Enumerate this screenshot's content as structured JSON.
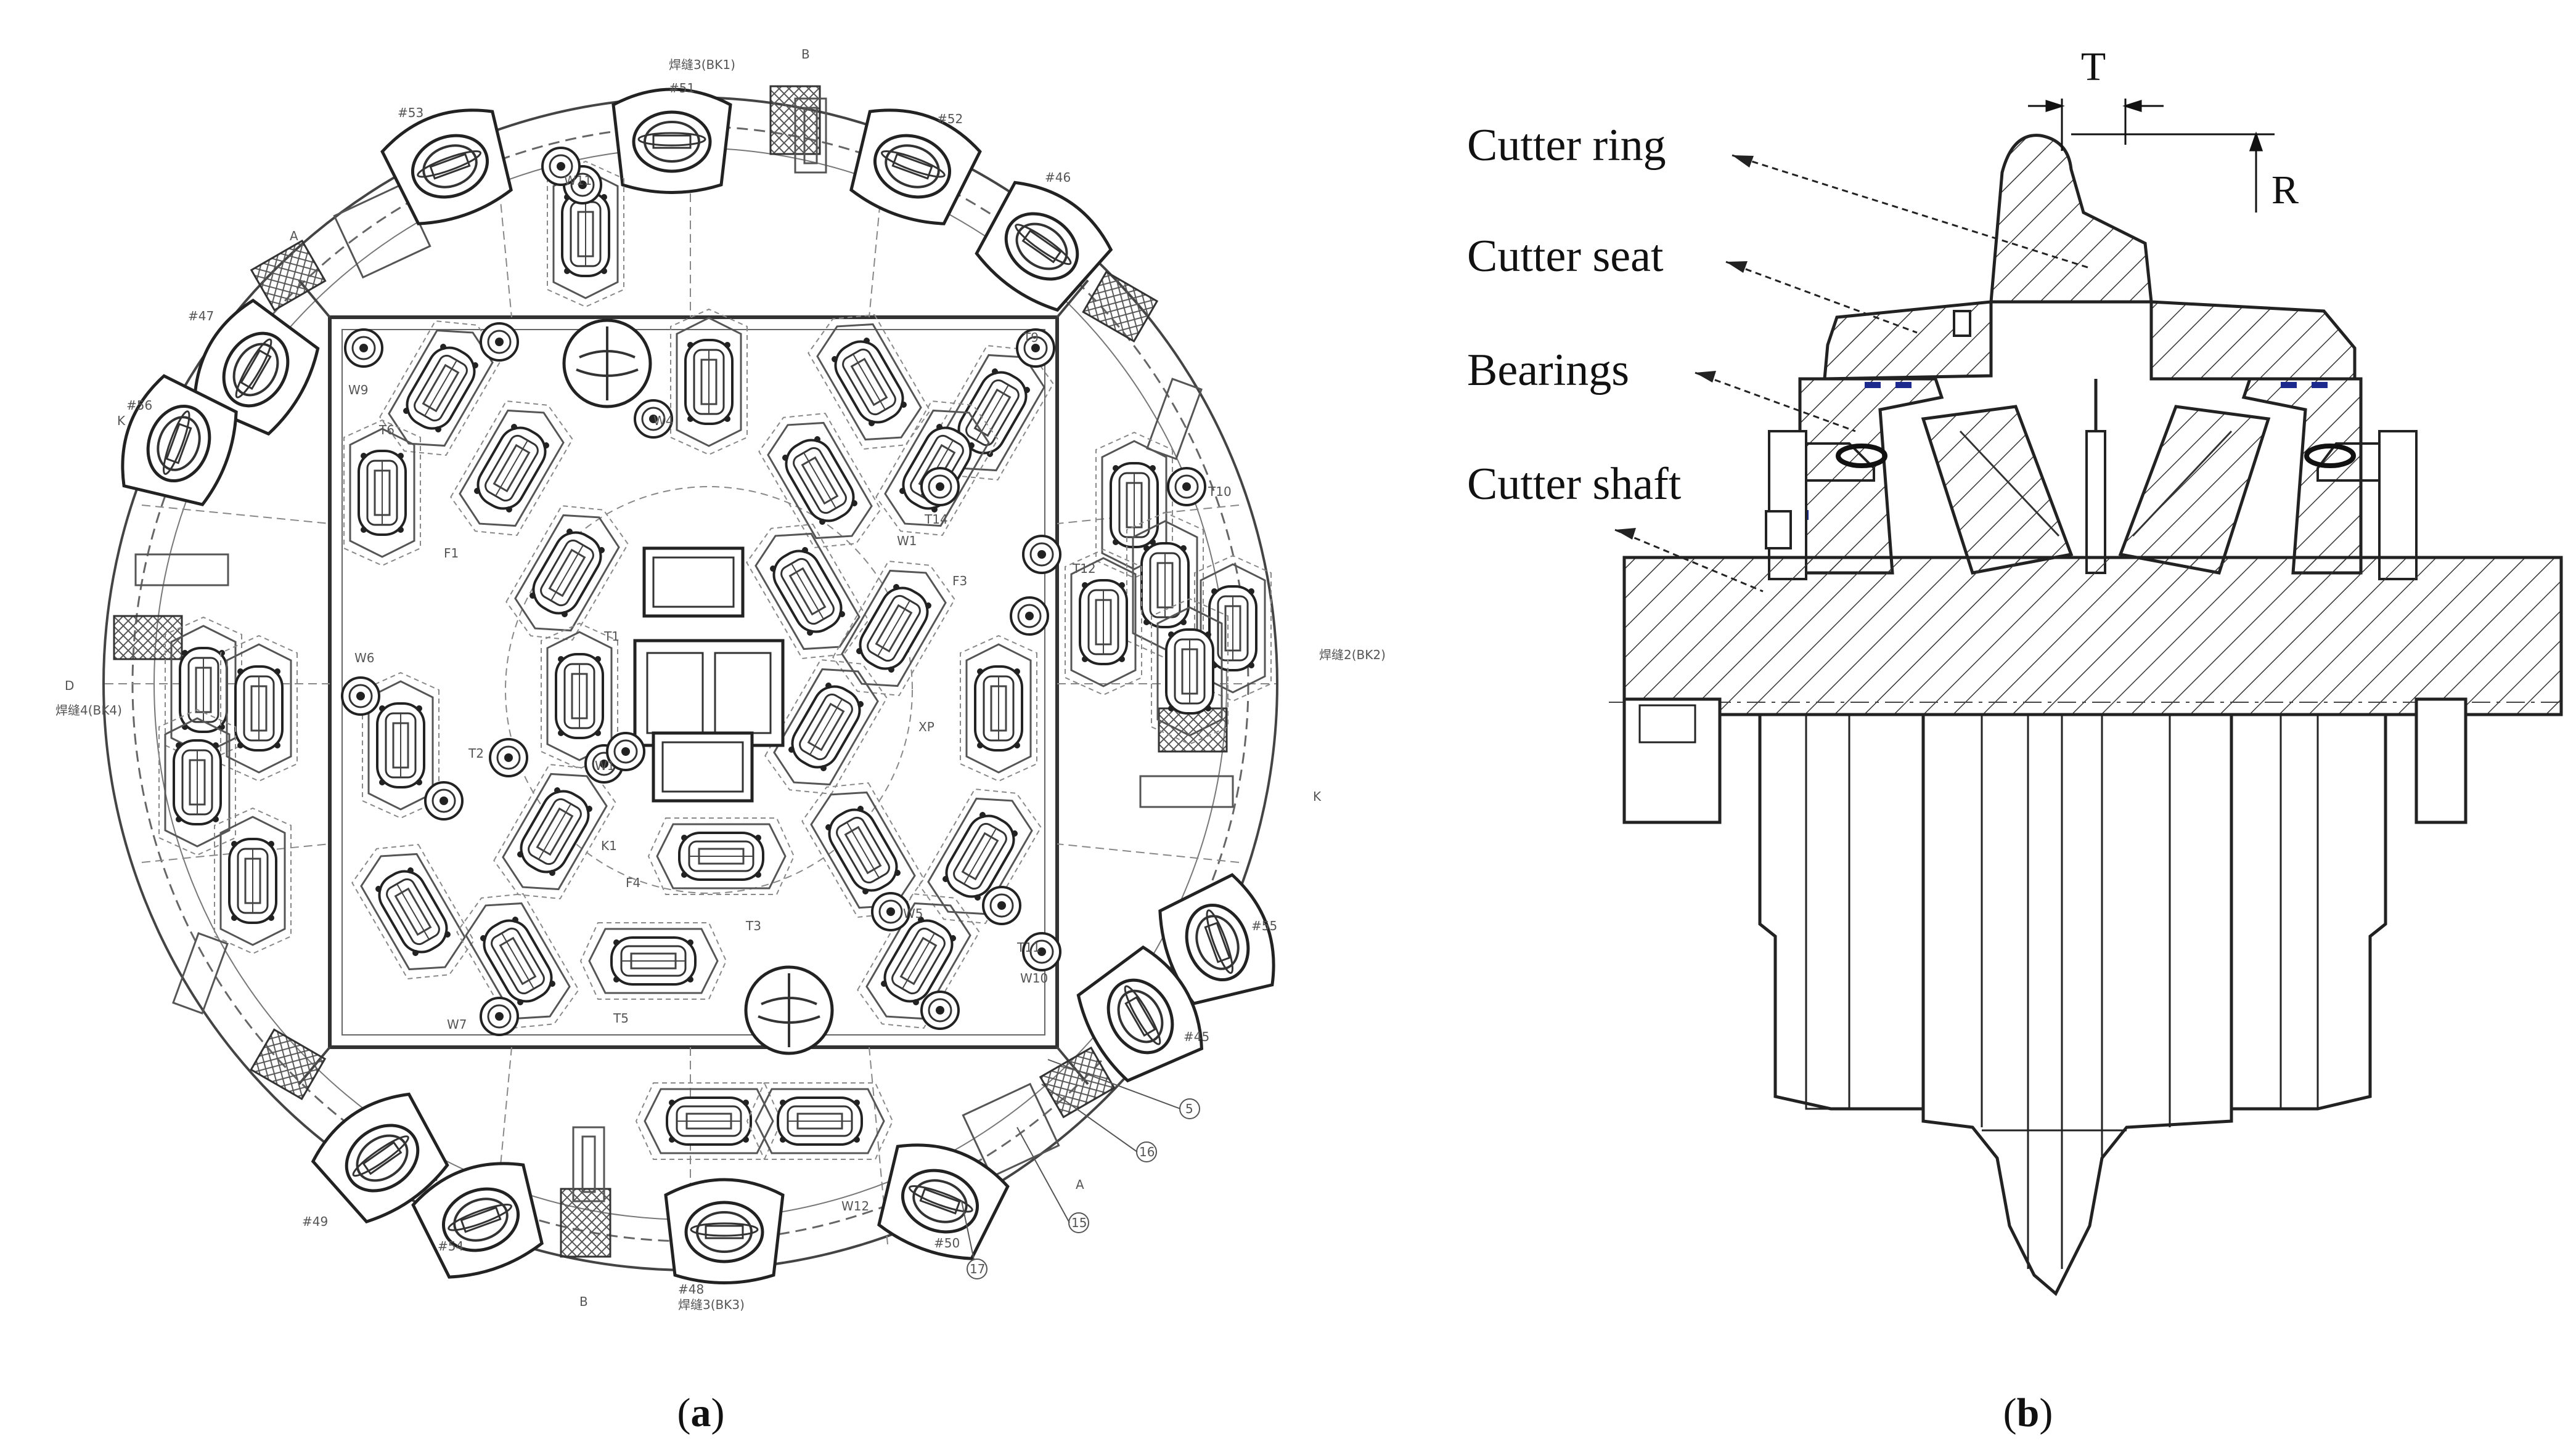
{
  "panel_a": {
    "caption_prefix": "(",
    "caption_letter": "a",
    "caption_suffix": ")",
    "drawing_labels": {
      "weld_top": "焊缝3(BK1)",
      "weld_right": "焊缝2(BK2)",
      "weld_left": "焊缝4(BK4)",
      "weld_bottom": "焊缝3(BK3)",
      "tool_53": "#53",
      "tool_51": "#51",
      "tool_52": "#52",
      "tool_46": "#46",
      "tool_47": "#47",
      "tool_56": "#56",
      "tool_55": "#55",
      "tool_45": "#45",
      "tool_49": "#49",
      "tool_54": "#54",
      "tool_48": "#48",
      "tool_50": "#50",
      "w11": "W11",
      "w12": "W12",
      "w10": "W10",
      "w9": "W9",
      "w6": "W6",
      "w7": "W7",
      "w5": "W5",
      "w4": "W4",
      "w1": "W1",
      "t6": "T6",
      "t9": "T9",
      "t10": "T10",
      "t11": "T11",
      "t12": "T12",
      "t14": "T14",
      "t2": "T2",
      "t3": "T3",
      "t5": "T5",
      "t1": "T1",
      "f1": "F1",
      "f3": "F3",
      "f4": "F4",
      "k1": "K1",
      "xp": "XP",
      "sec_a": "A",
      "sec_b": "B",
      "sec_d": "D",
      "sec_k": "K",
      "c5": "5",
      "c16": "16",
      "c15": "15",
      "c17": "17"
    }
  },
  "panel_b": {
    "caption_prefix": "(",
    "caption_letter": "b",
    "caption_suffix": ")",
    "callouts": {
      "cutter_ring": "Cutter ring",
      "cutter_seat": "Cutter seat",
      "bearings": "Bearings",
      "cutter_shaft": "Cutter shaft"
    },
    "dimensions": {
      "t": "T",
      "r": "R"
    }
  },
  "colors": {
    "line": "#2a2a2a",
    "caption": "#111111",
    "hatch": "#333333",
    "seal": "#1b2a8c"
  }
}
